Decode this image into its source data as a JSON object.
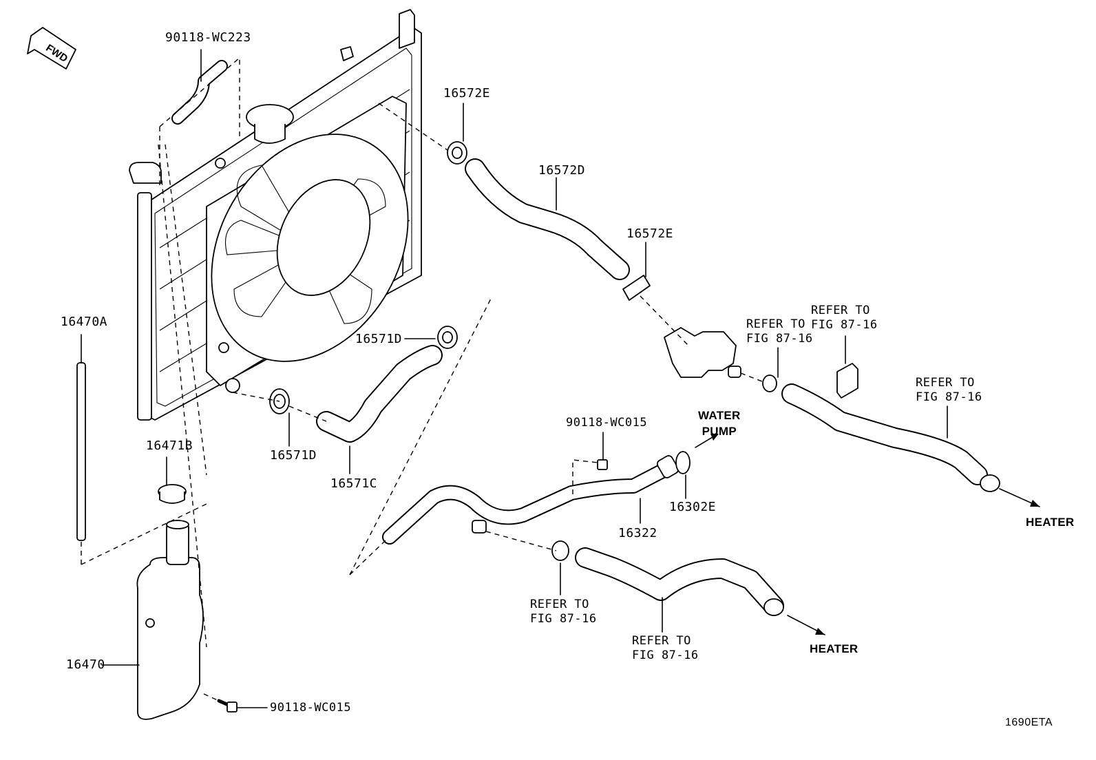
{
  "fwd_badge": "FWD",
  "labels": {
    "hose_90118_wc223": "90118-WC223",
    "clamp_16572e_top": "16572E",
    "hose_16572d": "16572D",
    "clamp_16572e_mid": "16572E",
    "hose_16470a": "16470A",
    "clamp_16571d_top": "16571D",
    "clamp_16571d_bottom": "16571D",
    "hose_16571c": "16571C",
    "cap_16471b": "16471B",
    "bolt_90118_wc015_mid": "90118-WC015",
    "gasket_16302e": "16302E",
    "pipe_16322": "16322",
    "tank_16470": "16470",
    "bolt_90118_wc015_bottom": "90118-WC015",
    "refer_1": "REFER TO\nFIG 87-16",
    "refer_2": "REFER TO\nFIG 87-16",
    "refer_3": "REFER TO\nFIG 87-16",
    "refer_4": "REFER TO\nFIG 87-16",
    "refer_5": "REFER TO\nFIG 87-16",
    "water_pump": "WATER\nPUMP",
    "heater_right": "HEATER",
    "heater_bottom": "HEATER",
    "figure_code": "1690ETA"
  }
}
